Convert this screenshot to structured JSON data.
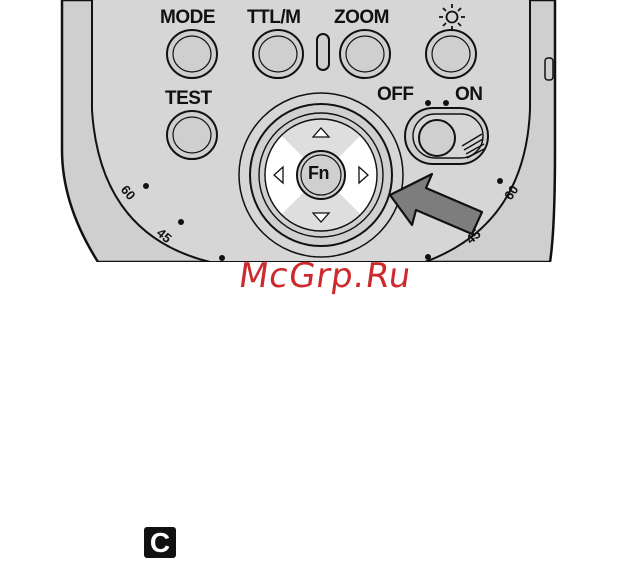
{
  "buttons": {
    "mode": "MODE",
    "ttl_m": "TTL/M",
    "zoom": "ZOOM",
    "test": "TEST",
    "fn": "Fn"
  },
  "power_switch": {
    "off": "OFF",
    "on": "ON"
  },
  "dial_marks": {
    "left_60": "60",
    "left_45": "45",
    "right_60": "60",
    "right_45": "45"
  },
  "icons": {
    "light": "sun-icon",
    "up": "triangle-up-icon",
    "down": "triangle-down-icon",
    "left": "triangle-left-icon",
    "right": "triangle-right-icon",
    "pointer": "arrow-icon"
  },
  "colors": {
    "panel": "#d4d4d4",
    "button": "#cfcfcf",
    "highlight": "#ffffff",
    "watermark": "#c8181b",
    "arrow": "#7d7d7d"
  },
  "watermark": "McGrp.Ru",
  "section_badge": "C"
}
